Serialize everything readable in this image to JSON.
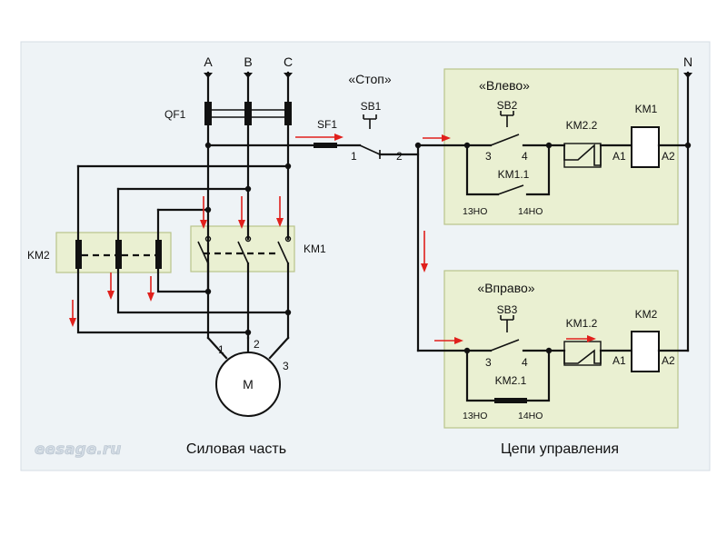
{
  "phases": [
    "A",
    "B",
    "C"
  ],
  "neutral": "N",
  "breaker": "QF1",
  "fuse": "SF1",
  "stop_label": "«Стоп»",
  "stop_button": "SB1",
  "stop_terminals": [
    "1",
    "2"
  ],
  "contactor_km1": "KM1",
  "contactor_km2": "KM2",
  "motor": {
    "label": "M",
    "terminals": [
      "1",
      "2",
      "3"
    ]
  },
  "left_box": {
    "title": "«Влево»",
    "button": "SB2",
    "pins": [
      "3",
      "4"
    ],
    "hold_contact": "KM1.1",
    "hold_pins": [
      "13НО",
      "14НО"
    ],
    "interlock": "KM2.2",
    "coil": "KM1",
    "coil_pins": [
      "A1",
      "A2"
    ]
  },
  "right_box": {
    "title": "«Вправо»",
    "button": "SB3",
    "pins": [
      "3",
      "4"
    ],
    "hold_contact": "KM2.1",
    "hold_pins": [
      "13НО",
      "14НО"
    ],
    "interlock": "KM1.2",
    "coil": "KM2",
    "coil_pins": [
      "A1",
      "A2"
    ]
  },
  "captions": {
    "power": "Силовая часть",
    "control": "Цепи управления"
  },
  "watermark": "eesage.ru",
  "colors": {
    "panel_bg": "#eef3f6",
    "box_fill": "#eaf0d2",
    "box_stroke": "#b9c48a",
    "arrow": "#e0201c",
    "wire": "#111111"
  }
}
